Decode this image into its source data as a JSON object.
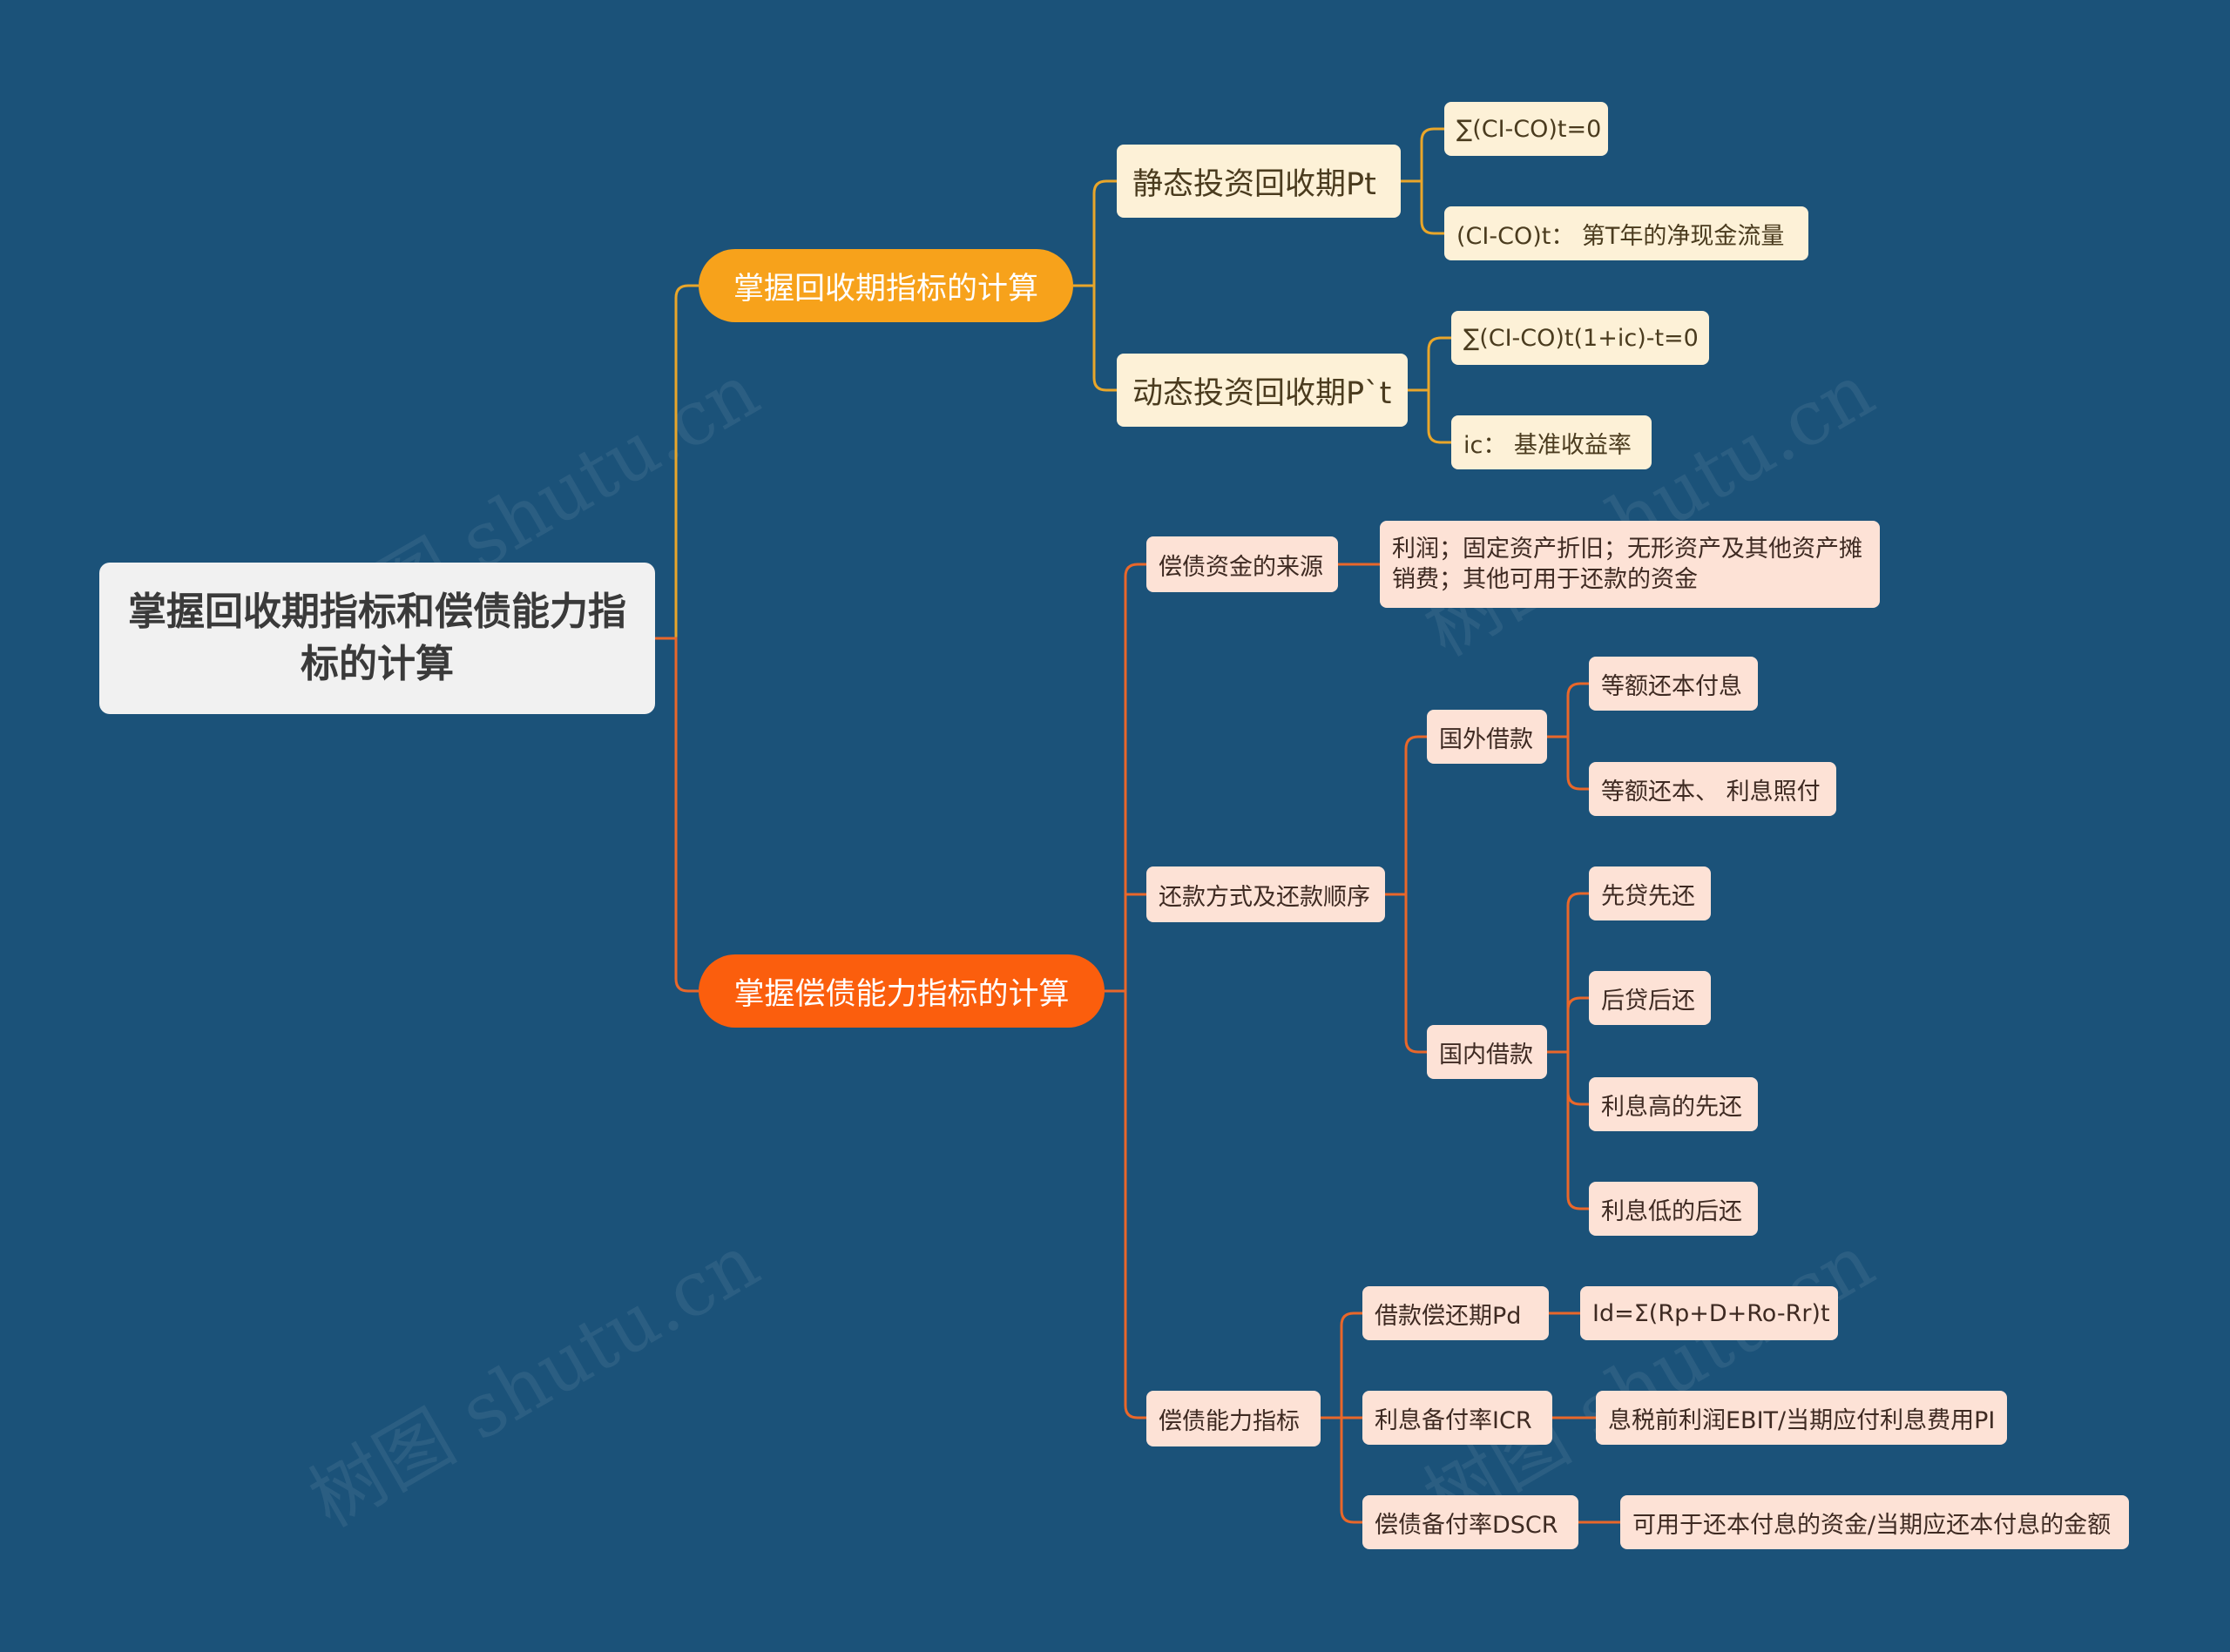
{
  "root": {
    "title": "掌握回收期指标和偿债能力指标的计算"
  },
  "branches": {
    "payback": {
      "label": "掌握回收期指标的计算",
      "static": {
        "label": "静态投资回收期Pt",
        "children": [
          "∑(CI-CO)t=0",
          "(CI-CO)t： 第T年的净现金流量"
        ]
      },
      "dynamic": {
        "label": "动态投资回收期P`t",
        "children": [
          "∑(CI-CO)t(1+ic)-t=0",
          "ic： 基准收益率"
        ]
      }
    },
    "solvency": {
      "label": "掌握偿债能力指标的计算",
      "source": {
        "label": "偿债资金的来源",
        "detail": "利润；固定资产折旧；无形资产及其他资产摊销费；其他可用于还款的资金"
      },
      "repay": {
        "label": "还款方式及还款顺序",
        "foreign": {
          "label": "国外借款",
          "children": [
            "等额还本付息",
            "等额还本、 利息照付"
          ]
        },
        "domestic": {
          "label": "国内借款",
          "children": [
            "先贷先还",
            "后贷后还",
            "利息高的先还",
            "利息低的后还"
          ]
        }
      },
      "indicators": {
        "label": "偿债能力指标",
        "pd": {
          "label": "借款偿还期Pd",
          "formula": "Id=Σ(Rp+D+Ro-Rr)t"
        },
        "icr": {
          "label": "利息备付率ICR",
          "formula": "息税前利润EBIT/当期应付利息费用PI"
        },
        "dscr": {
          "label": "偿债备付率DSCR",
          "formula": "可用于还本付息的资金/当期应还本付息的金额"
        }
      }
    }
  },
  "watermark": "树图 shutu.cn",
  "colors": {
    "background": "#1b5279",
    "yellow_branch": "#f7a21b",
    "orange_branch": "#fb5e0d",
    "yellow_line": "#e9a62a",
    "orange_line": "#e9672a"
  }
}
